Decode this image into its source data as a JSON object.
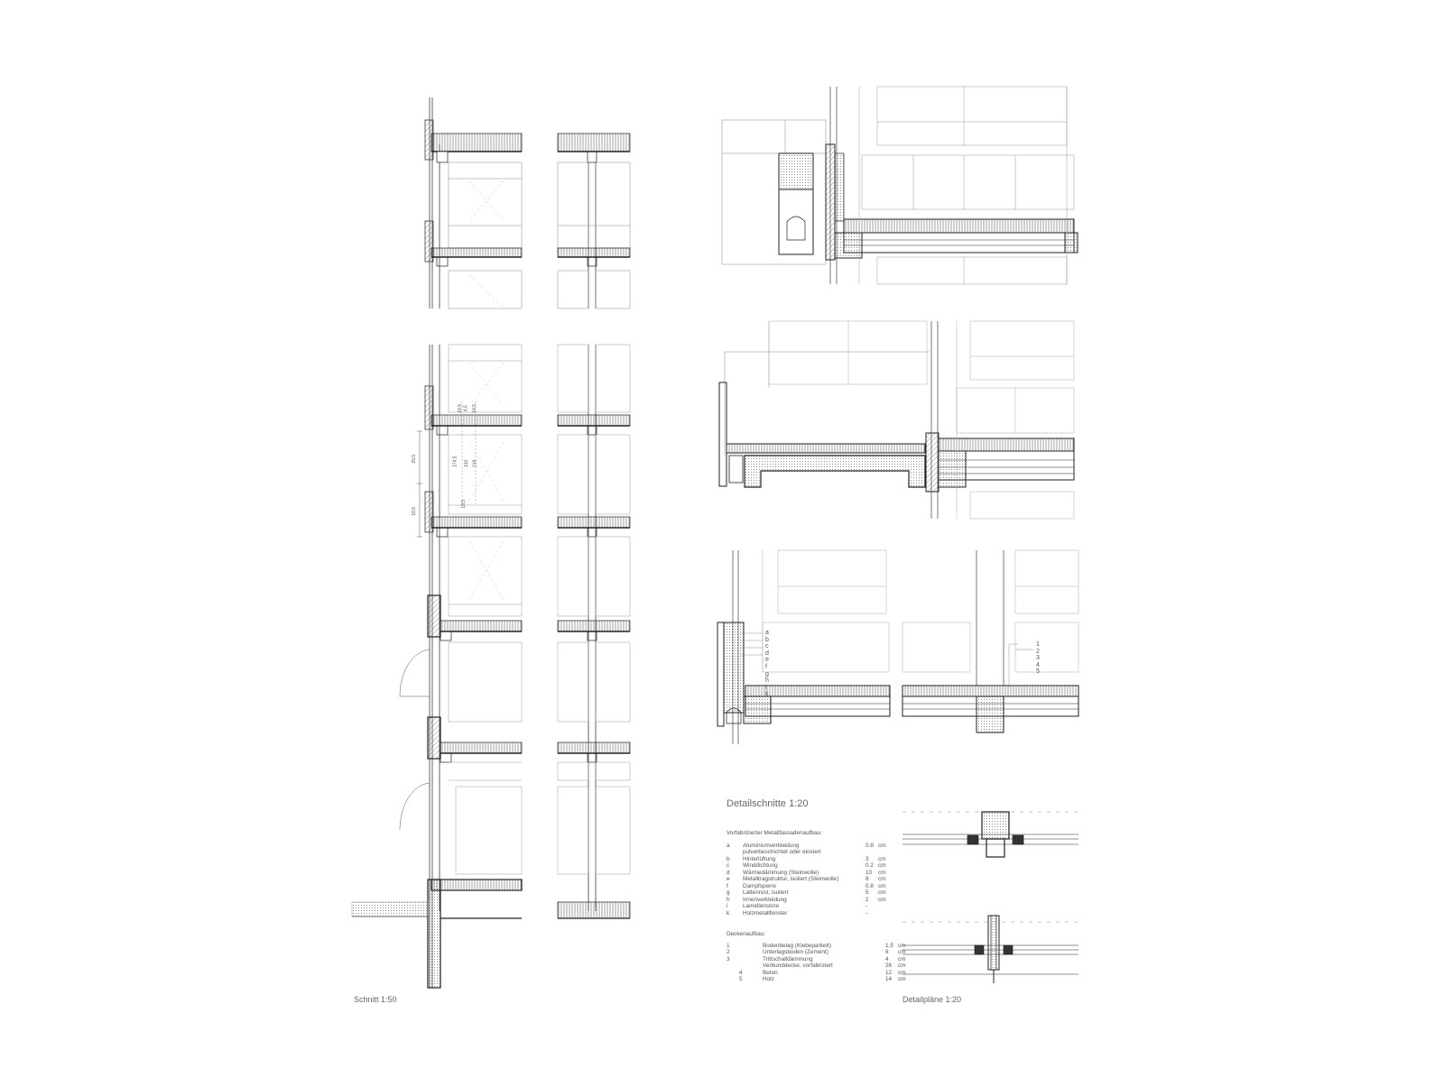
{
  "captions": {
    "section": "Schnitt 1:50",
    "detail_sections": "Detailschnitte 1:20",
    "detail_plans": "Detailpläne 1:20"
  },
  "facade": {
    "heading": "Vorfabrizierter Metallfassadenaufbau:",
    "rows": [
      {
        "key": "a",
        "text": "Aluminiumverkleidung",
        "value": "0.8",
        "unit": "cm"
      },
      {
        "key": "",
        "text": "pulverbeschichtet oder eloxiert",
        "value": "",
        "unit": ""
      },
      {
        "key": "b",
        "text": "Hinterlüftung",
        "value": "3",
        "unit": "cm"
      },
      {
        "key": "c",
        "text": "Winddichtung",
        "value": "0.2",
        "unit": "cm"
      },
      {
        "key": "d",
        "text": "Wärmedämmung (Steinwolle)",
        "value": "10",
        "unit": "cm"
      },
      {
        "key": "e",
        "text": "Metalltragstruktur, isoliert (Steinwolle)",
        "value": "8",
        "unit": "cm"
      },
      {
        "key": "f",
        "text": "Dampfsperre",
        "value": "0.8",
        "unit": "cm"
      },
      {
        "key": "g",
        "text": "Lattenrost, isoliert",
        "value": "5",
        "unit": "cm"
      },
      {
        "key": "h",
        "text": "Innenverkleidung",
        "value": "2",
        "unit": "cm"
      },
      {
        "key": "i",
        "text": "Lamellenstore",
        "value": "-",
        "unit": ""
      },
      {
        "key": "k",
        "text": "Holzmetallfenster",
        "value": "-",
        "unit": ""
      }
    ]
  },
  "ceiling": {
    "heading": "Deckenaufbau:",
    "rows": [
      {
        "key": "1",
        "text": "Bodenbelag (Klebeparkett)",
        "value": "1,5",
        "unit": "cm"
      },
      {
        "key": "2",
        "text": "Unterlagsboden (Zement)",
        "value": "8",
        "unit": "cm"
      },
      {
        "key": "3",
        "text": "Trittschalldämmung",
        "value": "4",
        "unit": "cm"
      },
      {
        "key": "",
        "text": "Verbunddecke, vorfabriziert",
        "value": "26",
        "unit": "cm"
      },
      {
        "key": "4",
        "text": "Beton",
        "value": "12",
        "unit": "cm"
      },
      {
        "key": "5",
        "text": "Holz",
        "value": "14",
        "unit": "cm"
      }
    ]
  },
  "detail_letters": [
    "a",
    "b",
    "c",
    "d",
    "e",
    "f",
    "g",
    "h",
    "i",
    "k"
  ],
  "detail_numbers": [
    "1",
    "2",
    "3",
    "4",
    "5"
  ],
  "dims": [
    "19,5",
    "4,5",
    "14,5",
    "19,5",
    "29,5",
    "18,5",
    "174,5",
    "110",
    "218"
  ]
}
